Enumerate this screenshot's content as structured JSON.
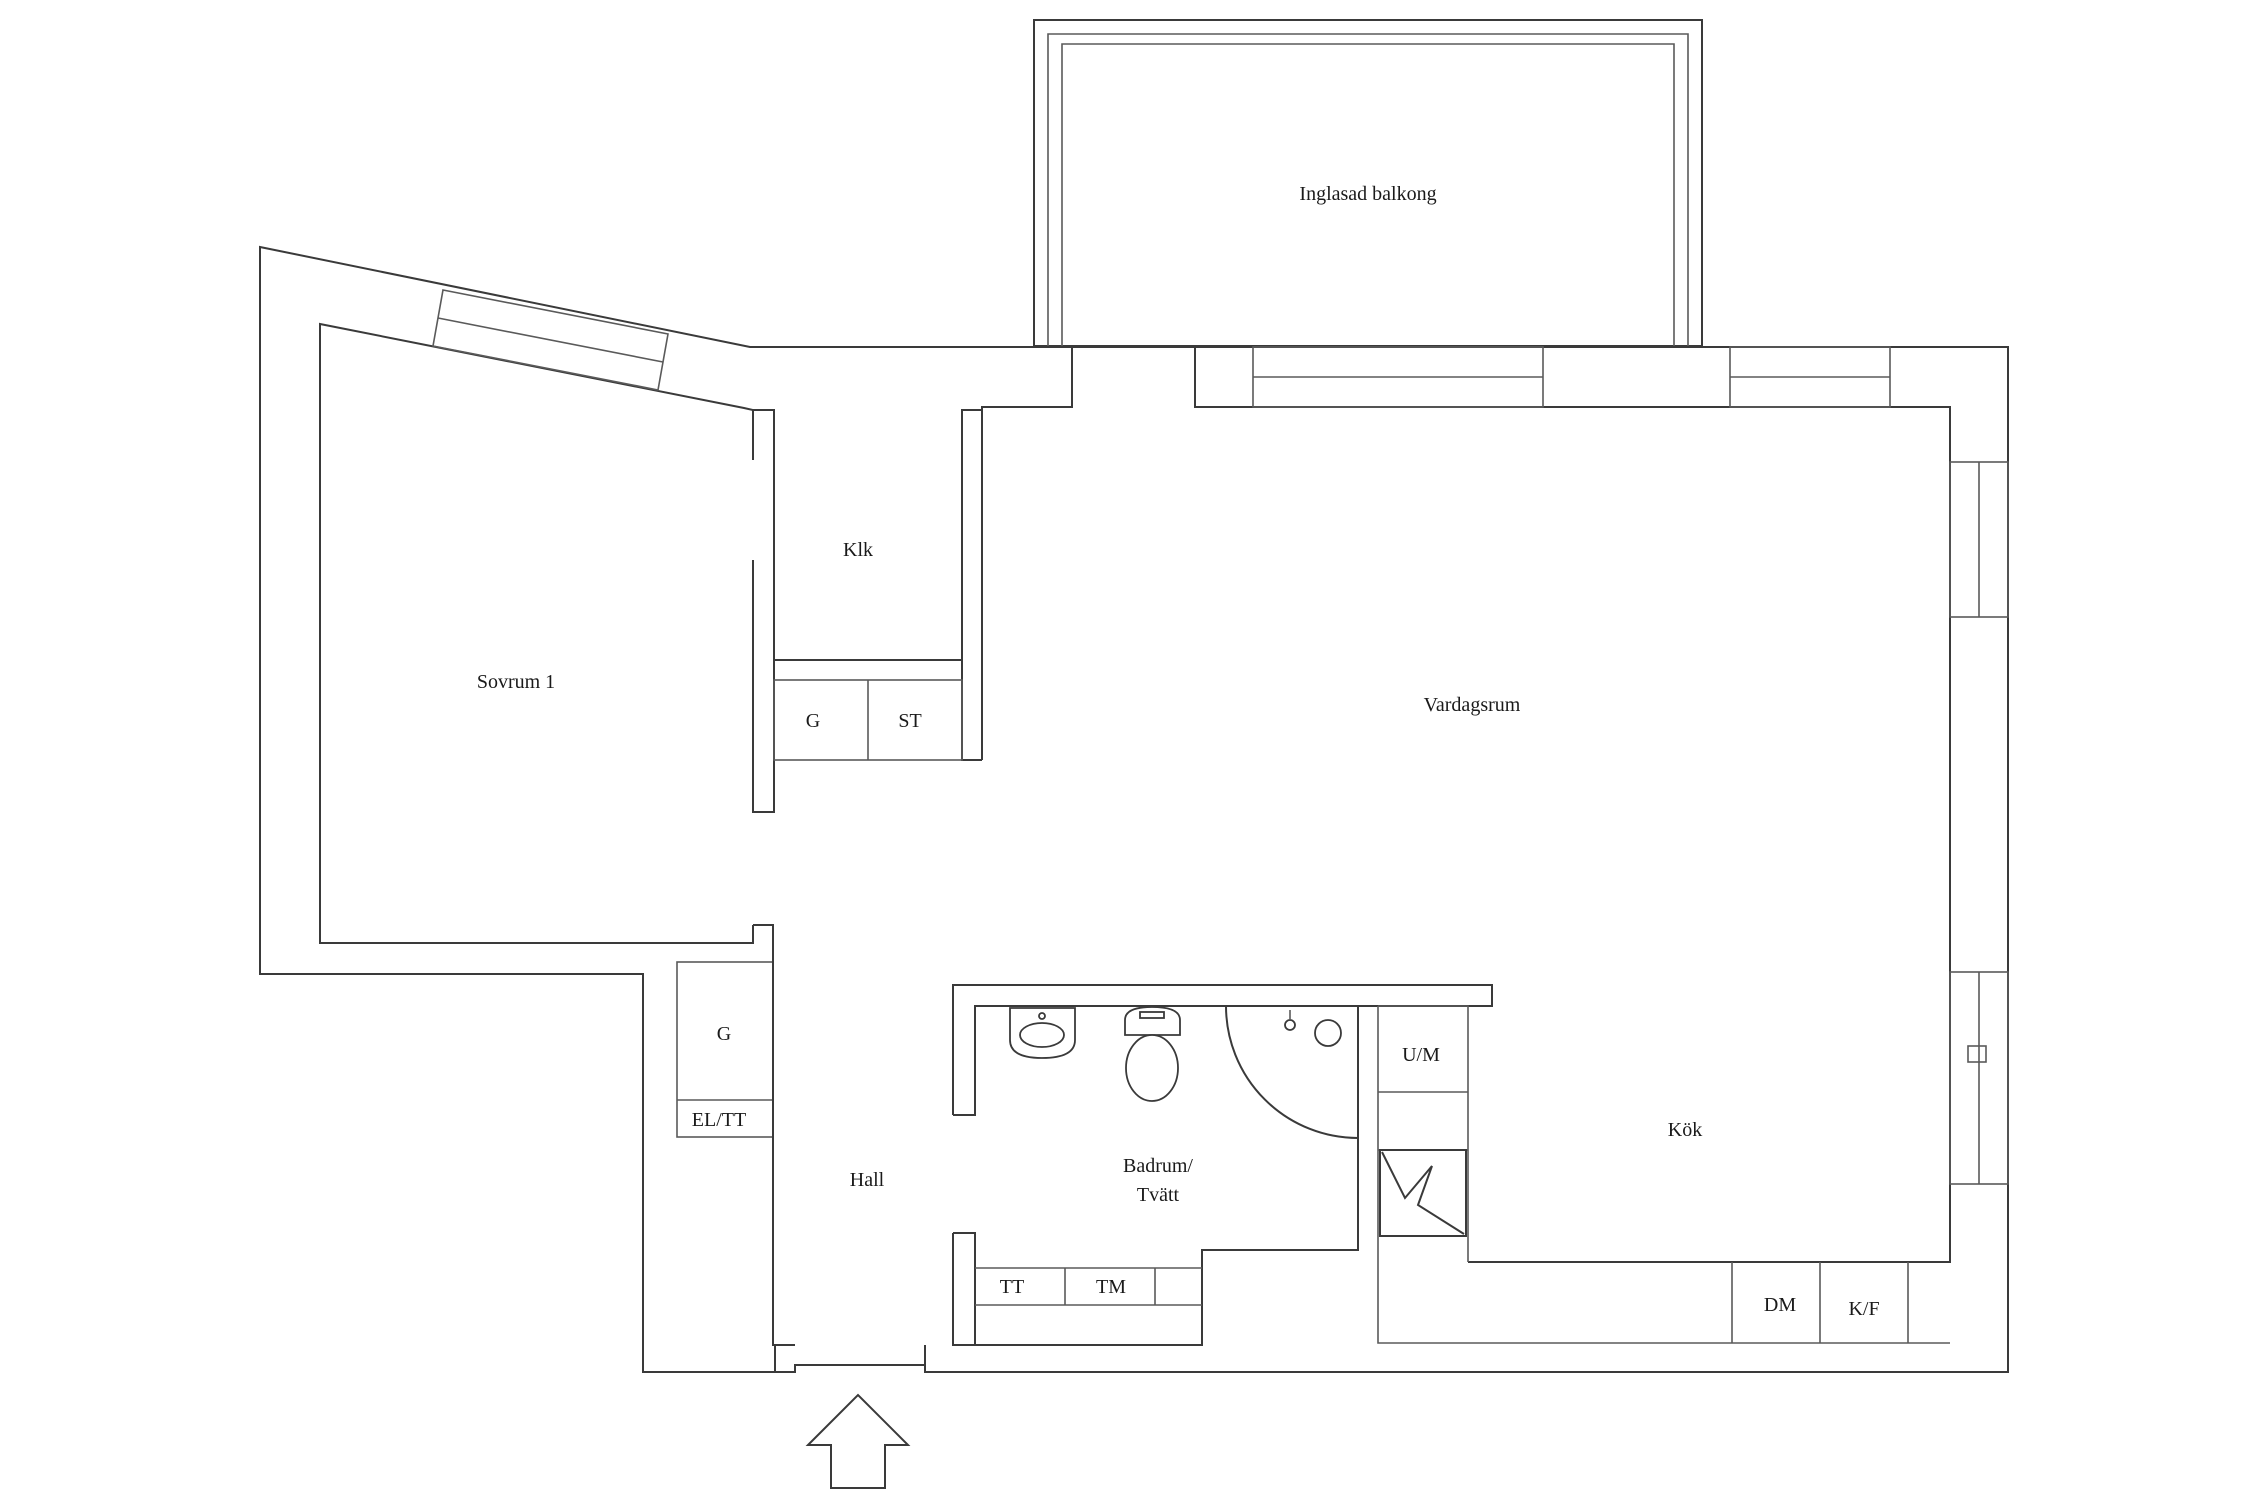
{
  "rooms": {
    "balcony": "Inglasad balkong",
    "bedroom": "Sovrum 1",
    "walk_in_closet": "Klk",
    "living_room": "Vardagsrum",
    "hall": "Hall",
    "bathroom_line1": "Badrum/",
    "bathroom_line2": "Tvätt",
    "kitchen": "Kök"
  },
  "fixtures": {
    "wardrobe_closet": "G",
    "linen_storage": "ST",
    "hall_wardrobe": "G",
    "electric_panel": "EL/TT",
    "dryer": "TT",
    "washer": "TM",
    "oven_microwave": "U/M",
    "dishwasher": "DM",
    "fridge_freezer": "K/F"
  }
}
